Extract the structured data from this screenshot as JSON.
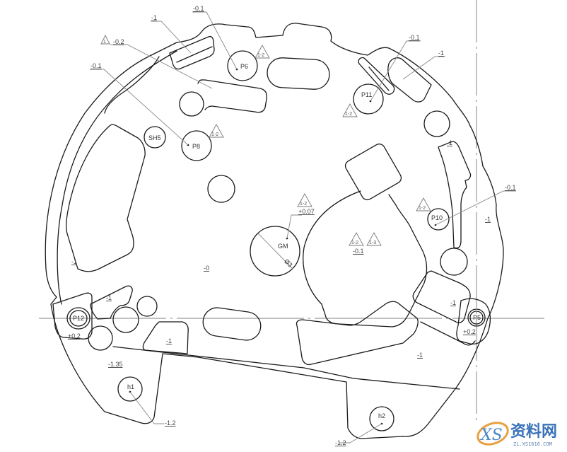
{
  "drawing": {
    "type": "mechanical part drawing (plate outline with depth tolerances)",
    "holes": [
      {
        "id": "P6",
        "label": "P6"
      },
      {
        "id": "P8",
        "label": "P8"
      },
      {
        "id": "P10",
        "label": "P10"
      },
      {
        "id": "P11",
        "label": "P11"
      },
      {
        "id": "P12",
        "label": "P12"
      },
      {
        "id": "P5",
        "label": "P5"
      },
      {
        "id": "SH5",
        "label": "SH5"
      },
      {
        "id": "GM",
        "label": "GM"
      },
      {
        "id": "h1",
        "label": "h1"
      },
      {
        "id": "h2",
        "label": "h2"
      }
    ],
    "diameter_label": "Ø3",
    "tolerances": {
      "t_top_minus1": "-1",
      "t_top_minus01": "-0.1",
      "t_tri1_minus02": "-0.2",
      "t_left_minus01": "-0.1",
      "t_right_minus01": "-0.1",
      "t_right_minus1": "-1",
      "t_p10_minus01": "-0.1",
      "t_right_edge_minus1": "-1",
      "t_gm_plus007": "+0.07",
      "t_center_minus01": "-0.1",
      "t_center_zero": "-0",
      "t_left_minus1": "-1",
      "t_p12_area_minus1": "-1",
      "t_p12_plus02": "+0.2",
      "t_lower_minus1": "-1",
      "t_minus135": "-1.35",
      "t_h1_minus12": "-1.2",
      "t_h2_minus12": "-1.2",
      "t_lowright_minus1": "-1",
      "t_p5_minus1": "-1",
      "t_p5_plus02": "+0.2",
      "t_right_small_minus1": "-1"
    },
    "revision_marks": {
      "rev1": "1",
      "rev_p6": "1-2",
      "rev_p8": "1-2",
      "rev_p11": "1-2",
      "rev_gm": "1-2",
      "rev_center_a": "1-2",
      "rev_center_b": "1-3",
      "rev_p10": "1-2"
    }
  },
  "watermark": {
    "logo_text": "XS",
    "title": "资料网",
    "url": "ZL.XS1616.COM"
  }
}
